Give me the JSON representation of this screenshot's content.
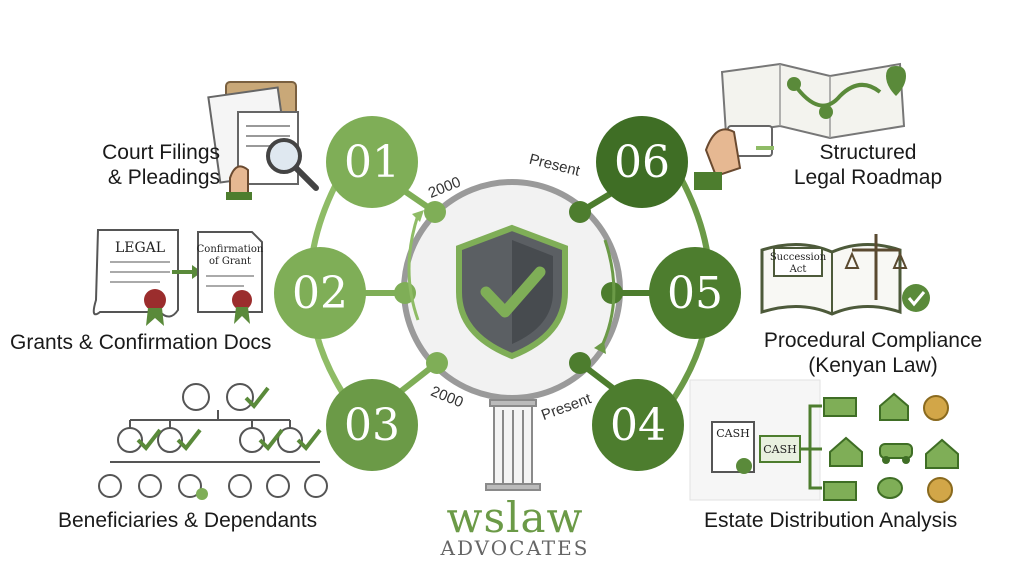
{
  "steps": [
    {
      "number": "01",
      "label_lines": [
        "Court Filings",
        "& Pleadings"
      ]
    },
    {
      "number": "02",
      "label_lines": [
        "Grants & Confirmation Docs"
      ]
    },
    {
      "number": "03",
      "label_lines": [
        "Beneficiaries & Dependants"
      ]
    },
    {
      "number": "04",
      "label_lines": [
        "Estate Distribution Analysis"
      ]
    },
    {
      "number": "05",
      "label_lines": [
        "Procedural Compliance",
        "(Kenyan Law)"
      ]
    },
    {
      "number": "06",
      "label_lines": [
        "Structured",
        "Legal Roadmap"
      ]
    }
  ],
  "timeline": {
    "left_top": "2000",
    "left_bottom": "2000",
    "right_top": "Present",
    "right_bottom": "Present"
  },
  "illustrations": {
    "legal_doc_title": "LEGAL",
    "confirmation_doc_title_lines": [
      "Confirmation",
      "of Grant"
    ],
    "book_label_lines": [
      "Succession",
      "Act"
    ],
    "cash_label": "CASH"
  },
  "brand": {
    "name": "wslaw",
    "subtitle": "ADVOCATES"
  },
  "colors": {
    "light_green": "#7fae57",
    "mid_green": "#6b9a47",
    "dark_green": "#4d7d2e",
    "shield": "#5b5f63",
    "ring": "#9a9a9a"
  },
  "icons": [
    "shield-check-icon",
    "building-icon",
    "documents-magnifier-icon",
    "grant-documents-icon",
    "family-tree-icon",
    "cash-distribution-icon",
    "law-book-scales-icon",
    "map-roadmap-icon"
  ]
}
